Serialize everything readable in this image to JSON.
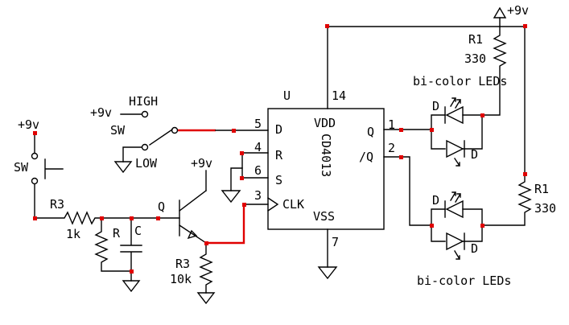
{
  "chip": {
    "unit_label": "U",
    "part_number": "CD4013",
    "pins": {
      "vdd_num": "14",
      "vdd_name": "VDD",
      "d_num": "5",
      "d_name": "D",
      "r_num": "4",
      "r_name": "R",
      "s_num": "6",
      "s_name": "S",
      "clk_num": "3",
      "clk_name": "CLK",
      "vss_num": "7",
      "vss_name": "VSS",
      "q_num": "1",
      "q_name": "Q",
      "nq_num": "2",
      "nq_name": "/Q"
    }
  },
  "supply": {
    "top": "+9v",
    "switch_high": "+9v",
    "pushbutton": "+9v",
    "transistor": "+9v"
  },
  "switches": {
    "toggle_name": "SW",
    "high": "HIGH",
    "low": "LOW",
    "push_name": "SW"
  },
  "parts": {
    "r3_input_name": "R3",
    "r3_input_value": "1k",
    "r_name": "R",
    "c_name": "C",
    "q_name": "Q",
    "r3_emitter_name": "R3",
    "r3_emitter_value": "10k",
    "r1_top_name": "R1",
    "r1_top_value": "330",
    "r1_right_name": "R1",
    "r1_right_value": "330"
  },
  "leds": {
    "top_label": "bi-color LEDs",
    "bottom_label": "bi-color LEDs",
    "d1": "D",
    "d2": "D",
    "d3": "D",
    "d4": "D"
  },
  "colors": {
    "wire": "#000000",
    "highlight": "#e00000"
  }
}
